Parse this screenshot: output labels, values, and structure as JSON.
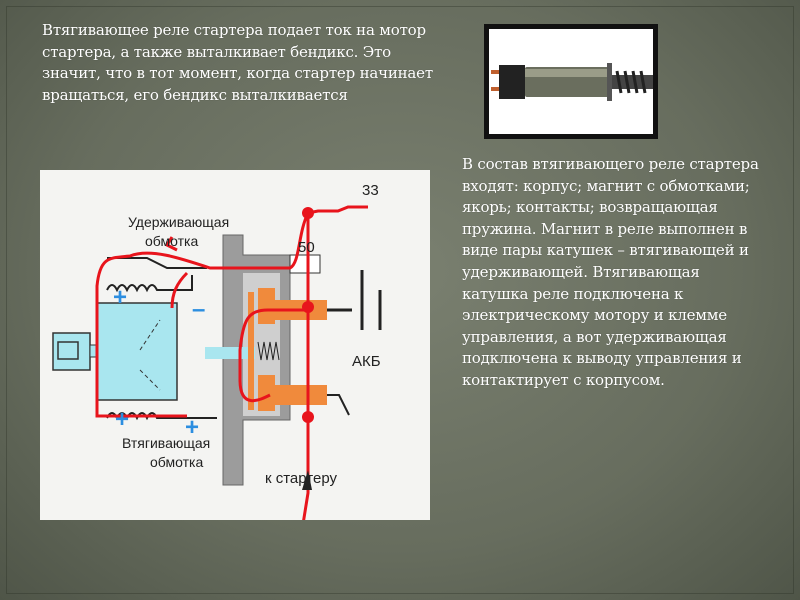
{
  "slide": {
    "intro_text": " Втягивающее реле стартера подает ток на мотор стартера, а также выталкивает бендикс. Это значит, что в тот момент, когда стартер начинает вращаться, его бендикс выталкивается",
    "body_text": " В состав втягивающего реле стартера входят: корпус; магнит с обмотками; якорь; контакты; возвращающая пружина. Магнит в реле выполнен в виде пары катушек – втягивающей и удерживающей. Втягивающая катушка реле подключена к электрическому мотору и клемме управления, а вот удерживающая подключена к выводу управления и контактирует с корпусом."
  },
  "diagram": {
    "label_hold_1": "Удерживающая",
    "label_hold_2": "обмотка",
    "label_pull_1": "Втягивающая",
    "label_pull_2": "обмотка",
    "terminal_33": "33",
    "terminal_50": "50",
    "battery_label": "АКБ",
    "to_starter": "к стартеру",
    "plus": "+",
    "minus": "–"
  },
  "colors": {
    "wire_red": "#e8141c",
    "coil_cyan": "#a9e6ef",
    "contact_orange": "#f08a3c",
    "housing_gray": "#9c9c9c",
    "sign_blue": "#2c8ee0"
  }
}
